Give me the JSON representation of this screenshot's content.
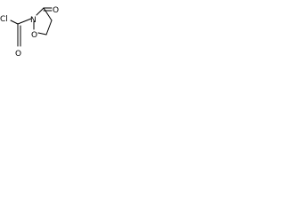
{
  "atoms": {
    "chlorine": "Cl",
    "carbonyl_oxygen_exo": "O",
    "ring_nitrogen": "N",
    "ring_oxygen": "O",
    "ketone_oxygen": "O"
  },
  "colors": {
    "ink": "#000000",
    "background": "#ffffff"
  }
}
